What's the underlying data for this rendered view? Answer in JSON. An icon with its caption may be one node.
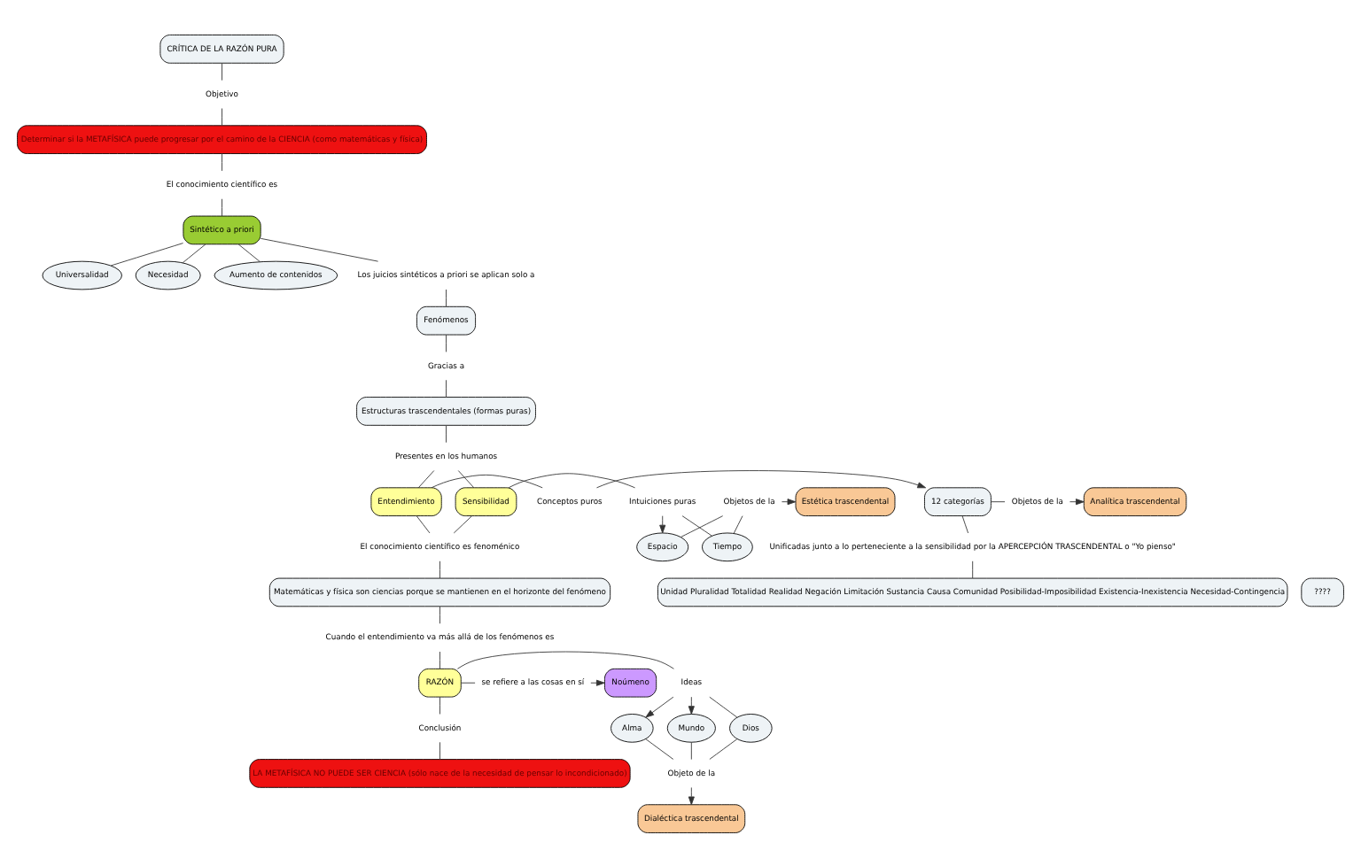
{
  "diagram": {
    "nodes": [
      {
        "text": [
          "CRÍTICA DE LA RAZÓN PURA"
        ]
      },
      {
        "text": [
          "Objetivo"
        ]
      },
      {
        "text": [
          "Determinar si la METAFÍSICA puede progresar por el camino de la CIENCIA (como matemáticas y física)"
        ]
      },
      {
        "text": [
          "El conocimiento científico es"
        ]
      },
      {
        "text": [
          "Sintético a priori"
        ]
      },
      {
        "text": [
          "Universalidad"
        ]
      },
      {
        "text": [
          "Necesidad"
        ]
      },
      {
        "text": [
          "Aumento de contenidos"
        ]
      },
      {
        "text": [
          "Los juicios sintéticos a priori se aplican solo a"
        ]
      },
      {
        "text": [
          "Fenómenos"
        ]
      },
      {
        "text": [
          "Gracias a"
        ]
      },
      {
        "text": [
          "Estructuras trascendentales (formas puras)"
        ]
      },
      {
        "text": [
          "Presentes en los humanos"
        ]
      },
      {
        "text": [
          "Sensibilidad"
        ]
      },
      {
        "text": [
          "Entendimiento"
        ]
      },
      {
        "text": [
          "Intuiciones puras"
        ]
      },
      {
        "text": [
          "Espacio"
        ]
      },
      {
        "text": [
          "Tiempo"
        ]
      },
      {
        "text": [
          "Objetos de la"
        ]
      },
      {
        "text": [
          "Estética trascendental"
        ]
      },
      {
        "text": [
          "Conceptos puros"
        ]
      },
      {
        "text": [
          "12 categorías"
        ]
      },
      {
        "text": [
          "Unidad Pluralidad Totalidad Realidad Negación Limitación Sustancia Causa Comunidad Posibilidad-Imposibilidad Existencia-Inexistencia Necesidad-Contingencia"
        ]
      },
      {
        "text": [
          "Unificadas junto a lo perteneciente a la sensibilidad por la APERCEPCIÓN TRASCENDENTAL o \"Yo pienso\""
        ]
      },
      {
        "text": [
          "Objetos de la"
        ]
      },
      {
        "text": [
          "Analítica trascendental"
        ]
      },
      {
        "text": [
          "El conocimiento científico es fenoménico"
        ]
      },
      {
        "text": [
          "Matemáticas y física son ciencias porque se mantienen en el horizonte del fenómeno"
        ]
      },
      {
        "text": [
          "????"
        ]
      },
      {
        "text": [
          "Cuando el entendimiento va más allá de los fenómenos es"
        ]
      },
      {
        "text": [
          "RAZÓN"
        ]
      },
      {
        "text": [
          "se refiere a las cosas en sí"
        ]
      },
      {
        "text": [
          "Noúmeno"
        ]
      },
      {
        "text": [
          "Ideas"
        ]
      },
      {
        "text": [
          "Alma"
        ]
      },
      {
        "text": [
          "Mundo"
        ]
      },
      {
        "text": [
          "Dios"
        ]
      },
      {
        "text": [
          "Objeto de la"
        ]
      },
      {
        "text": [
          "Dialéctica trascendental"
        ]
      },
      {
        "text": [
          "Conclusión"
        ]
      },
      {
        "text": [
          "LA METAFÍSICA NO PUEDE SER CIENCIA (sólo nace de la necesidad de pensar lo incondicionado)"
        ]
      }
    ],
    "edges": [
      {
        "from": 0,
        "to": 1,
        "arrow": "none"
      },
      {
        "from": 1,
        "to": 2,
        "arrow": "none"
      },
      {
        "from": 2,
        "to": 3,
        "arrow": "none"
      },
      {
        "from": 3,
        "to": 4,
        "arrow": "none"
      },
      {
        "from": 4,
        "to": 5,
        "arrow": "none"
      },
      {
        "from": 4,
        "to": 6,
        "arrow": "none"
      },
      {
        "from": 4,
        "to": 7,
        "arrow": "none"
      },
      {
        "from": 4,
        "to": 8,
        "arrow": "none"
      },
      {
        "from": 8,
        "to": 9,
        "arrow": "none"
      },
      {
        "from": 9,
        "to": 10,
        "arrow": "none"
      },
      {
        "from": 10,
        "to": 11,
        "arrow": "none"
      },
      {
        "from": 11,
        "to": 12,
        "arrow": "none"
      },
      {
        "from": 12,
        "to": 13,
        "arrow": "none"
      },
      {
        "from": 12,
        "to": 14,
        "arrow": "none"
      },
      {
        "from": 13,
        "to": 15,
        "arrow": "none"
      },
      {
        "from": 15,
        "to": 16,
        "arrow": "to"
      },
      {
        "from": 15,
        "to": 17,
        "arrow": "none"
      },
      {
        "from": 16,
        "to": 18,
        "arrow": "none"
      },
      {
        "from": 17,
        "to": 18,
        "arrow": "none"
      },
      {
        "from": 18,
        "to": 19,
        "arrow": "to"
      },
      {
        "from": 14,
        "to": 20,
        "arrow": "none"
      },
      {
        "from": 20,
        "to": 21,
        "arrow": "to"
      },
      {
        "from": 21,
        "to": 23,
        "arrow": "none"
      },
      {
        "from": 23,
        "to": 22,
        "arrow": "none"
      },
      {
        "from": 21,
        "to": 24,
        "arrow": "none"
      },
      {
        "from": 24,
        "to": 25,
        "arrow": "to"
      },
      {
        "from": 13,
        "to": 26,
        "arrow": "none"
      },
      {
        "from": 14,
        "to": 26,
        "arrow": "none"
      },
      {
        "from": 26,
        "to": 27,
        "arrow": "none"
      },
      {
        "from": 27,
        "to": 29,
        "arrow": "none"
      },
      {
        "from": 29,
        "to": 30,
        "arrow": "none"
      },
      {
        "from": 30,
        "to": 31,
        "arrow": "none"
      },
      {
        "from": 31,
        "to": 32,
        "arrow": "to"
      },
      {
        "from": 30,
        "to": 33,
        "arrow": "none"
      },
      {
        "from": 33,
        "to": 34,
        "arrow": "to"
      },
      {
        "from": 33,
        "to": 35,
        "arrow": "to"
      },
      {
        "from": 33,
        "to": 36,
        "arrow": "none"
      },
      {
        "from": 34,
        "to": 37,
        "arrow": "none"
      },
      {
        "from": 35,
        "to": 37,
        "arrow": "none"
      },
      {
        "from": 36,
        "to": 37,
        "arrow": "none"
      },
      {
        "from": 37,
        "to": 38,
        "arrow": "to"
      },
      {
        "from": 30,
        "to": 39,
        "arrow": "none"
      },
      {
        "from": 39,
        "to": 40,
        "arrow": "none"
      }
    ]
  }
}
